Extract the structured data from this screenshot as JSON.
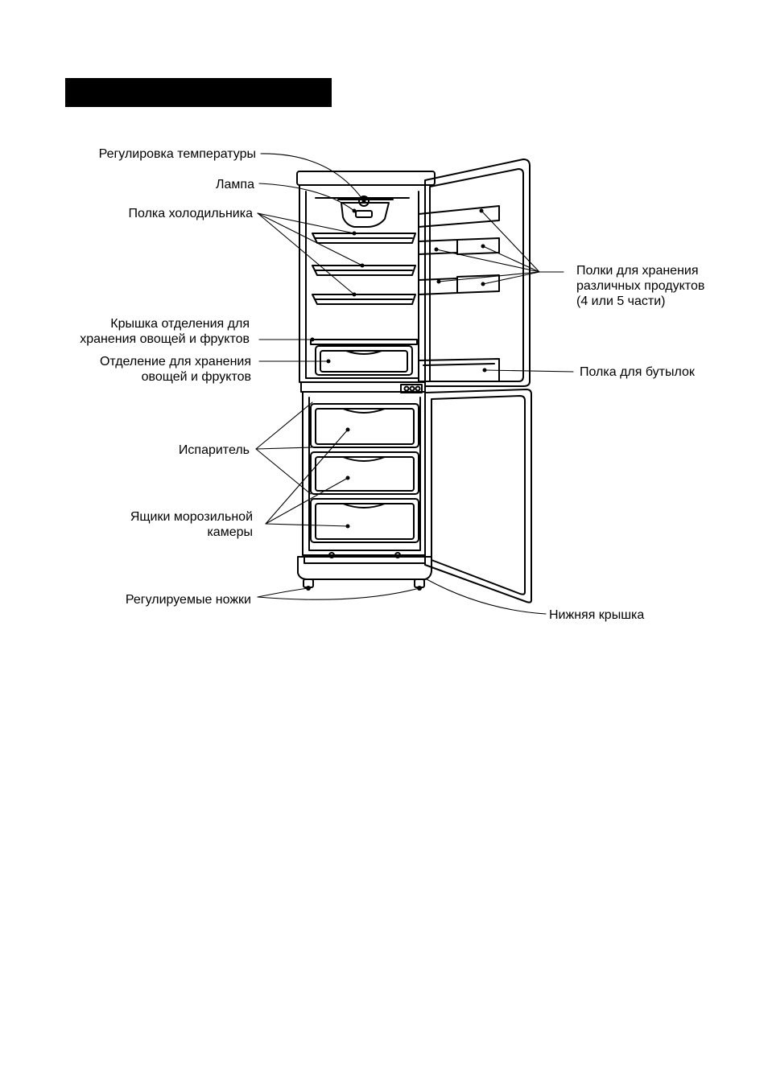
{
  "labels": {
    "temp_control": "Регулировка температуры",
    "lamp": "Лампа",
    "fridge_shelf": "Полка холодильника",
    "crisper_cover_l1": "Крышка отделения для",
    "crisper_cover_l2": "хранения овощей и фруктов",
    "crisper_l1": "Отделение для хранения",
    "crisper_l2": "овощей и фруктов",
    "evaporator": "Испаритель",
    "freezer_drawers_l1": "Ящики морозильной",
    "freezer_drawers_l2": "камеры",
    "adjustable_feet": "Регулируемые ножки",
    "door_shelves_l1": "Полки для хранения",
    "door_shelves_l2": "различных продуктов",
    "door_shelves_l3": "(4 или 5 части)",
    "bottle_shelf": "Полка для бутылок",
    "bottom_cover": "Нижняя крышка"
  }
}
